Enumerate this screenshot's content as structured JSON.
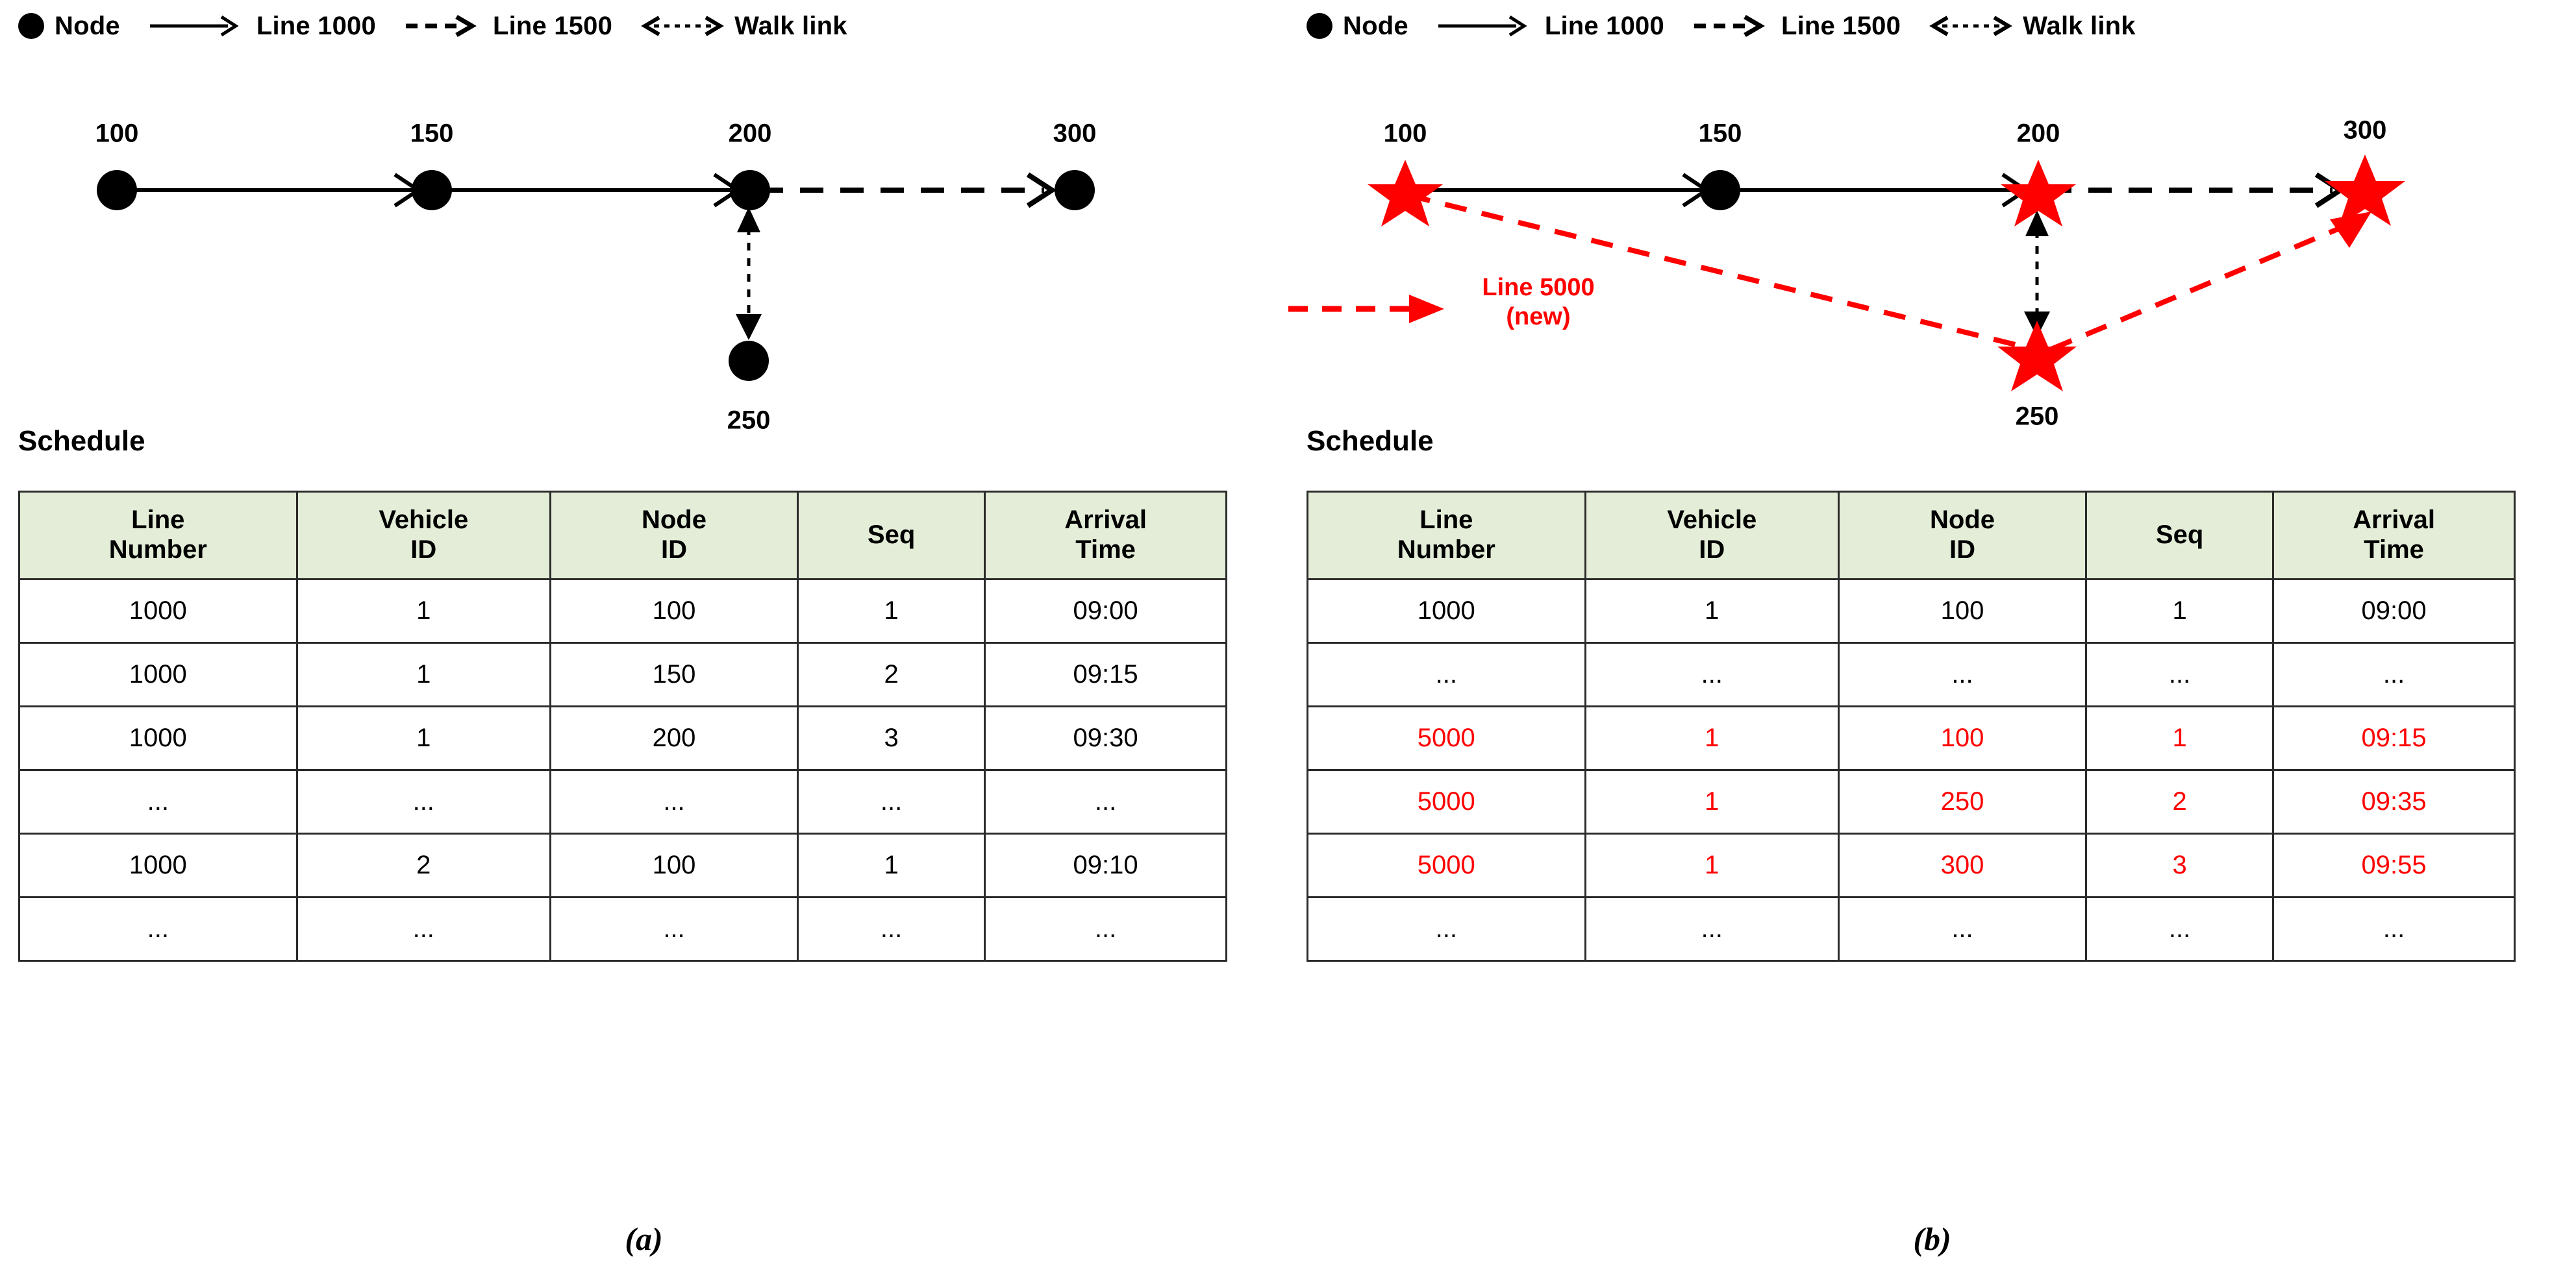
{
  "legend": {
    "node_label": "Node",
    "line1000_label": "Line 1000",
    "line1500_label": "Line 1500",
    "walk_label": "Walk link",
    "new_line_label_1": "Line 5000",
    "new_line_label_2": "(new)"
  },
  "colors": {
    "new_line": "#FF0000",
    "node": "#000000",
    "header_fill": "#E3EDD7",
    "border": "#2B2B2B"
  },
  "panel_a": {
    "caption": "(a)",
    "diagram": {
      "nodes": [
        {
          "id": "100",
          "shape": "circle",
          "color": "#000000"
        },
        {
          "id": "150",
          "shape": "circle",
          "color": "#000000"
        },
        {
          "id": "200",
          "shape": "circle",
          "color": "#000000"
        },
        {
          "id": "300",
          "shape": "circle",
          "color": "#000000"
        },
        {
          "id": "250",
          "shape": "circle",
          "color": "#000000"
        }
      ],
      "edges": [
        {
          "from": "100",
          "to": "150",
          "style": "solid",
          "line": "1000"
        },
        {
          "from": "150",
          "to": "200",
          "style": "solid",
          "line": "1000"
        },
        {
          "from": "200",
          "to": "300",
          "style": "dashed",
          "line": "1500"
        },
        {
          "from": "250",
          "to": "200",
          "style": "dashed-bidir",
          "line": "walk"
        }
      ]
    },
    "schedule": {
      "title": "Schedule",
      "columns": [
        "Line\nNumber",
        "Vehicle\nID",
        "Node\nID",
        "Seq",
        "Arrival\nTime"
      ],
      "columns_lines": [
        [
          "Line",
          "Number"
        ],
        [
          "Vehicle",
          "ID"
        ],
        [
          "Node",
          "ID"
        ],
        [
          "Seq",
          ""
        ],
        [
          "Arrival",
          "Time"
        ]
      ],
      "rows": [
        {
          "cells": [
            "1000",
            "1",
            "100",
            "1",
            "09:00"
          ],
          "highlight": false
        },
        {
          "cells": [
            "1000",
            "1",
            "150",
            "2",
            "09:15"
          ],
          "highlight": false
        },
        {
          "cells": [
            "1000",
            "1",
            "200",
            "3",
            "09:30"
          ],
          "highlight": false
        },
        {
          "cells": [
            "...",
            "...",
            "...",
            "...",
            "..."
          ],
          "highlight": false
        },
        {
          "cells": [
            "1000",
            "2",
            "100",
            "1",
            "09:10"
          ],
          "highlight": false
        },
        {
          "cells": [
            "...",
            "...",
            "...",
            "...",
            "..."
          ],
          "highlight": false
        }
      ]
    }
  },
  "panel_b": {
    "caption": "(b)",
    "diagram": {
      "nodes": [
        {
          "id": "100",
          "shape": "star",
          "color": "#FF0000"
        },
        {
          "id": "150",
          "shape": "circle",
          "color": "#000000"
        },
        {
          "id": "200",
          "shape": "star",
          "color": "#FF0000"
        },
        {
          "id": "300",
          "shape": "star",
          "color": "#FF0000"
        },
        {
          "id": "250",
          "shape": "star",
          "color": "#FF0000"
        }
      ],
      "edges": [
        {
          "from": "100",
          "to": "150",
          "style": "solid",
          "line": "1000"
        },
        {
          "from": "150",
          "to": "200",
          "style": "solid",
          "line": "1000"
        },
        {
          "from": "200",
          "to": "300",
          "style": "dashed",
          "line": "1500"
        },
        {
          "from": "250",
          "to": "200",
          "style": "dashed-bidir",
          "line": "walk"
        },
        {
          "from": "100",
          "to": "250",
          "style": "dashed-red",
          "line": "5000"
        },
        {
          "from": "250",
          "to": "300",
          "style": "dashed-red",
          "line": "5000"
        }
      ]
    },
    "schedule": {
      "title": "Schedule",
      "columns_lines": [
        [
          "Line",
          "Number"
        ],
        [
          "Vehicle",
          "ID"
        ],
        [
          "Node",
          "ID"
        ],
        [
          "Seq",
          ""
        ],
        [
          "Arrival",
          "Time"
        ]
      ],
      "title_text": "Schedule",
      "rows": [
        {
          "cells": [
            "1000",
            "1",
            "100",
            "1",
            "09:00"
          ],
          "highlight": false
        },
        {
          "cells": [
            "...",
            "...",
            "...",
            "...",
            "..."
          ],
          "highlight": false
        },
        {
          "cells": [
            "5000",
            "1",
            "100",
            "1",
            "09:15"
          ],
          "highlight": true
        },
        {
          "cells": [
            "5000",
            "1",
            "250",
            "2",
            "09:35"
          ],
          "highlight": true
        },
        {
          "cells": [
            "5000",
            "1",
            "300",
            "3",
            "09:55"
          ],
          "highlight": true
        },
        {
          "cells": [
            "...",
            "...",
            "...",
            "...",
            "..."
          ],
          "highlight": false
        }
      ]
    }
  }
}
